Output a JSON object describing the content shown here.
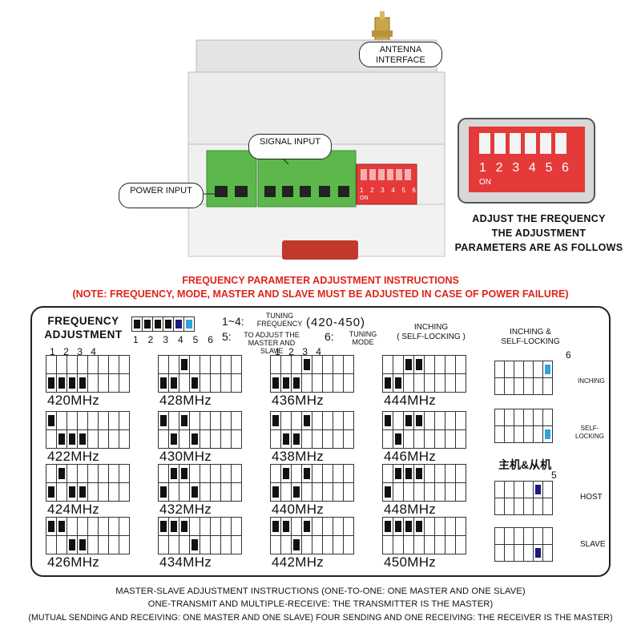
{
  "callouts": {
    "antenna": "ANTENNA INTERFACE",
    "signal_input": "SIGNAL INPUT",
    "power_input": "POWER INPUT"
  },
  "dip_numbers": [
    "1",
    "2",
    "3",
    "4",
    "5",
    "6"
  ],
  "dip_on_label": "ON",
  "adjust_text": [
    "ADJUST THE FREQUENCY",
    "THE ADJUSTMENT",
    "PARAMETERS ARE AS FOLLOWS"
  ],
  "title": "FREQUENCY PARAMETER ADJUSTMENT INSTRUCTIONS",
  "note": "(NOTE: FREQUENCY, MODE, MASTER AND SLAVE MUST BE ADJUSTED IN CASE OF POWER FAILURE)",
  "panel": {
    "freq_label_1": "FREQUENCY",
    "freq_label_2": "ADJUSTMENT",
    "legend_14": "1~4:",
    "tuning_frequency_1": "TUNING",
    "tuning_frequency_2": "FREQUENCY",
    "range": "(420-450)",
    "legend_5": "5:",
    "to_adjust_1": "TO ADJUST THE",
    "to_adjust_2": "MASTER AND SLAVE",
    "legend_6": "6:",
    "tuning_mode_1": "TUNING",
    "tuning_mode_2": "MODE",
    "inching_self_1": "INCHING",
    "inching_self_2": "SELF-LOCKING",
    "right_header_1": "INCHING &",
    "right_header_2": "SELF-LOCKING",
    "col_numbers": [
      "1",
      "2",
      "3",
      "4"
    ],
    "six": "6",
    "five": "5",
    "inching": "INCHING",
    "self_locking_1": "SELF-",
    "self_locking_2": "LOCKING",
    "chinese": "主机&从机",
    "host": "HOST",
    "slave": "SLAVE"
  },
  "frequencies": [
    {
      "label": "420MHz",
      "switches": [
        0,
        0,
        0,
        0
      ]
    },
    {
      "label": "422MHz",
      "switches": [
        1,
        0,
        0,
        0
      ]
    },
    {
      "label": "424MHz",
      "switches": [
        0,
        1,
        0,
        0
      ]
    },
    {
      "label": "426MHz",
      "switches": [
        1,
        1,
        0,
        0
      ]
    },
    {
      "label": "428MHz",
      "switches": [
        0,
        0,
        1,
        0
      ]
    },
    {
      "label": "430MHz",
      "switches": [
        1,
        0,
        1,
        0
      ]
    },
    {
      "label": "432MHz",
      "switches": [
        0,
        1,
        1,
        0
      ]
    },
    {
      "label": "434MHz",
      "switches": [
        1,
        1,
        1,
        0
      ]
    },
    {
      "label": "436MHz",
      "switches": [
        0,
        0,
        0,
        1
      ]
    },
    {
      "label": "438MHz",
      "switches": [
        1,
        0,
        0,
        1
      ]
    },
    {
      "label": "440MHz",
      "switches": [
        0,
        1,
        0,
        1
      ]
    },
    {
      "label": "442MHz",
      "switches": [
        1,
        1,
        0,
        1
      ]
    },
    {
      "label": "444MHz",
      "switches": [
        0,
        0,
        1,
        1
      ]
    },
    {
      "label": "446MHz",
      "switches": [
        1,
        0,
        1,
        1
      ]
    },
    {
      "label": "448MHz",
      "switches": [
        0,
        1,
        1,
        1
      ]
    },
    {
      "label": "450MHz",
      "switches": [
        1,
        1,
        1,
        1
      ]
    }
  ],
  "bottom_lines": [
    "MASTER-SLAVE ADJUSTMENT INSTRUCTIONS (ONE-TO-ONE: ONE MASTER AND ONE SLAVE)",
    "ONE-TRANSMIT AND MULTIPLE-RECEIVE: THE TRANSMITTER IS THE MASTER)",
    "(MUTUAL SENDING AND RECEIVING: ONE MASTER AND ONE SLAVE) FOUR SENDING AND ONE RECEIVING: THE RECEIVER IS THE MASTER)"
  ],
  "colors": {
    "terminal_green": "#5cb84a",
    "dip_red": "#e53a3a",
    "title_red": "#e0231b",
    "mode_blue": "#2ea3e0",
    "master_navy": "#1a1a7a"
  }
}
